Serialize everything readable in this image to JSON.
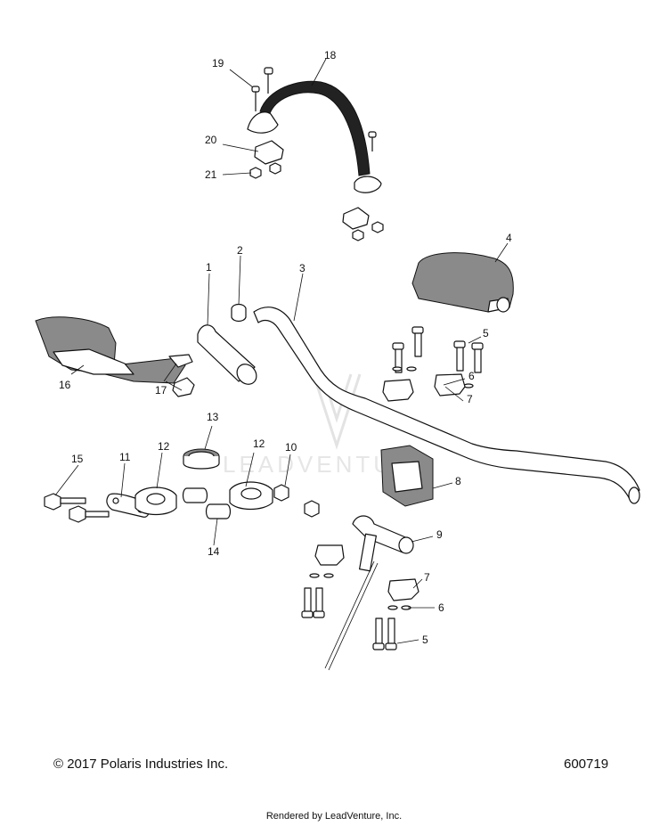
{
  "labels": [
    {
      "id": "1",
      "text": "1"
    },
    {
      "id": "2",
      "text": "2"
    },
    {
      "id": "3",
      "text": "3"
    },
    {
      "id": "4",
      "text": "4"
    },
    {
      "id": "5a",
      "text": "5"
    },
    {
      "id": "5b",
      "text": "5"
    },
    {
      "id": "6a",
      "text": "6"
    },
    {
      "id": "6b",
      "text": "6"
    },
    {
      "id": "7a",
      "text": "7"
    },
    {
      "id": "7b",
      "text": "7"
    },
    {
      "id": "8",
      "text": "8"
    },
    {
      "id": "9",
      "text": "9"
    },
    {
      "id": "10",
      "text": "10"
    },
    {
      "id": "11",
      "text": "11"
    },
    {
      "id": "12a",
      "text": "12"
    },
    {
      "id": "12b",
      "text": "12"
    },
    {
      "id": "13",
      "text": "13"
    },
    {
      "id": "14",
      "text": "14"
    },
    {
      "id": "15",
      "text": "15"
    },
    {
      "id": "16",
      "text": "16"
    },
    {
      "id": "17",
      "text": "17"
    },
    {
      "id": "18",
      "text": "18"
    },
    {
      "id": "19",
      "text": "19"
    },
    {
      "id": "20",
      "text": "20"
    },
    {
      "id": "21",
      "text": "21"
    }
  ],
  "watermark": "LEADVENTURE",
  "footer": {
    "copyright": "© 2017 Polaris Industries Inc.",
    "doc_number": "600719",
    "rendered_by": "Rendered by LeadVenture, Inc."
  }
}
